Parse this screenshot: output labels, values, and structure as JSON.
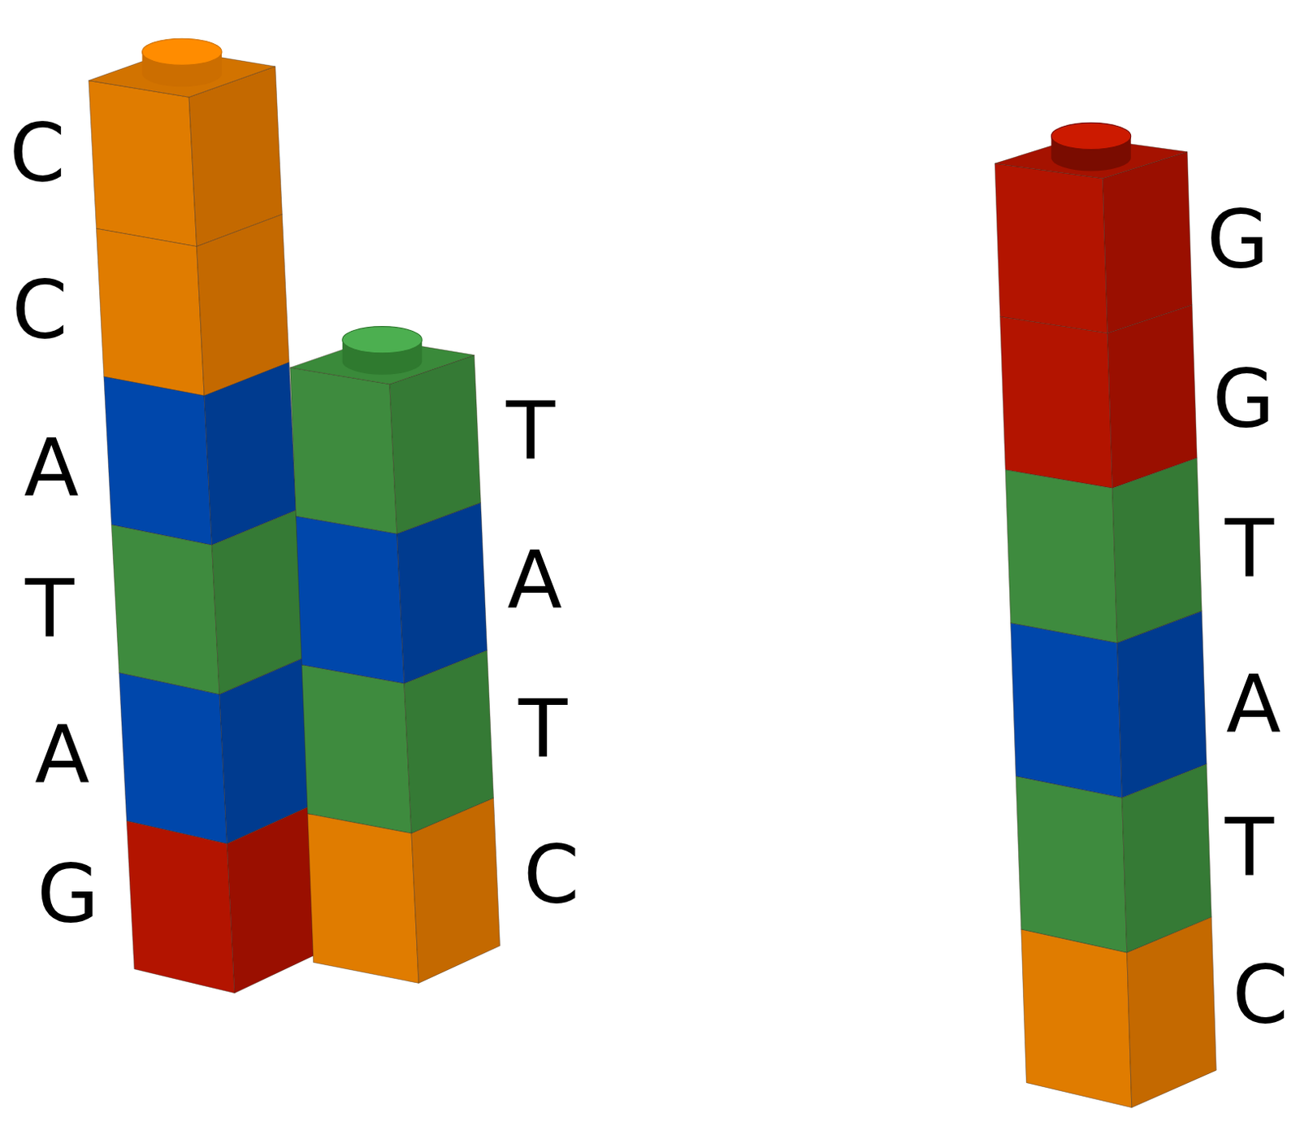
{
  "diagram": {
    "labels": [
      "C",
      "C",
      "A",
      "T",
      "A",
      "G",
      "T",
      "A",
      "T",
      "C",
      "G",
      "G",
      "T",
      "A",
      "T",
      "C"
    ]
  }
}
